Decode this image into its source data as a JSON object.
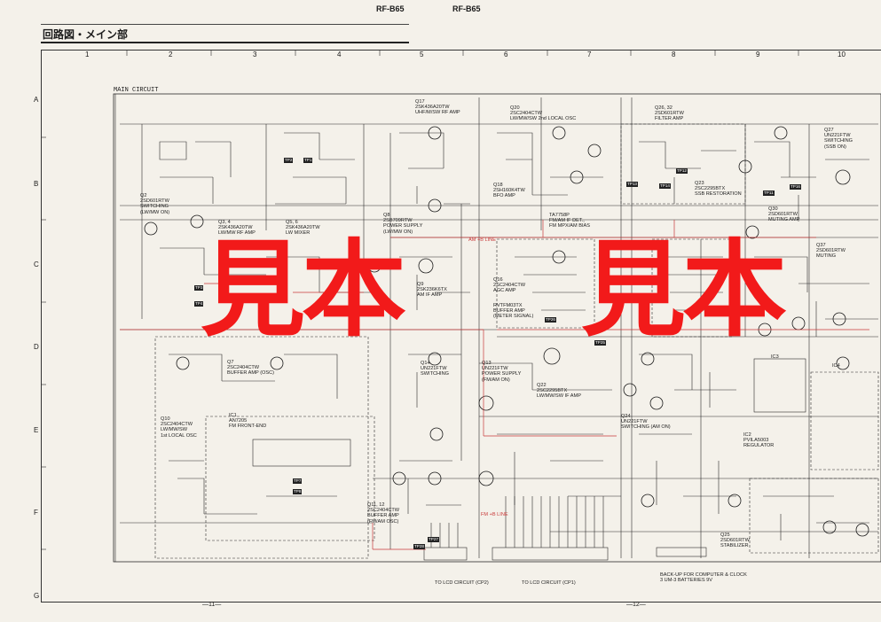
{
  "header": {
    "model_left": "RF-B65",
    "model_right": "RF-B65",
    "title": "回路図・メイン部"
  },
  "grid": {
    "columns": [
      "1",
      "2",
      "3",
      "4",
      "5",
      "6",
      "7",
      "8",
      "9",
      "10"
    ],
    "rows": [
      "A",
      "B",
      "C",
      "D",
      "E",
      "F",
      "G"
    ]
  },
  "diagram": {
    "section_label": "MAIN CIRCUIT",
    "watermark_left": "見本",
    "watermark_right": "見本",
    "components": [
      {
        "id": "q17",
        "text": "Q17\n2SK436A20TW\nUHF/M/SW RF AMP"
      },
      {
        "id": "q20",
        "text": "Q20\n2SC2404CTW\nLW/MW/SW 2nd LOCAL OSC"
      },
      {
        "id": "q26",
        "text": "Q26, 32\n2SD601RTW\nFILTER AMP"
      },
      {
        "id": "q27",
        "text": "Q27\nUN221FTW\nSWITCHING\n(SSB ON)"
      },
      {
        "id": "q2",
        "text": "Q2\n2SD601RTW\nSWITCHING\n(LW/MW ON)"
      },
      {
        "id": "q3",
        "text": "Q3, 4\n2SK436A20TW\nLW/MW RF AMP"
      },
      {
        "id": "q5",
        "text": "Q5, 6\n2SK436A20TW\nLW MIXER"
      },
      {
        "id": "q8",
        "text": "Q8\n2SB709RTW\nPOWER SUPPLY\n(LW/MW ON)"
      },
      {
        "id": "q18",
        "text": "Q18\n2SH160K4TW\nBFO AMP"
      },
      {
        "id": "q23",
        "text": "Q23\n2SC2295BTX\nSSB RESTORATION"
      },
      {
        "id": "ta",
        "text": "TA7758P\nFM/AM IF DET.,\nFM MPX/AM BIAS"
      },
      {
        "id": "q30",
        "text": "Q30\n2SD601RTW\nMUTING AMP"
      },
      {
        "id": "q9",
        "text": "Q9\n2SK236K6TX\nAM IF AMP"
      },
      {
        "id": "q16",
        "text": "Q16\n2SC2404CTW\nAGC AMP"
      },
      {
        "id": "rvt",
        "text": "RVTFM03TX\nBUFFER AMP\n(METER SIGNAL)"
      },
      {
        "id": "q37",
        "text": "Q37\n2SD601RTW\nMUTING"
      },
      {
        "id": "q7",
        "text": "Q7\n2SC2404CTW\nBUFFER AMP (OSC)"
      },
      {
        "id": "q14",
        "text": "Q14\nUN221FTW\nSWITCHING"
      },
      {
        "id": "q13",
        "text": "Q13\nUN221FTW\nPOWER SUPPLY\n(FM/AM ON)"
      },
      {
        "id": "q22",
        "text": "Q22\n2SC2295BTX\nLW/MW/SW IF AMP"
      },
      {
        "id": "q24",
        "text": "Q24\nUN221FTW\nSWITCHING (AM ON)"
      },
      {
        "id": "q10",
        "text": "Q10\n2SC2404CTW\nLW/MW/SW\n1st LOCAL OSC"
      },
      {
        "id": "ic1",
        "text": "IC1\nAN7205\nFM FRONT-END"
      },
      {
        "id": "ic2",
        "text": "IC2\nPVILA5003\nREGULATOR"
      },
      {
        "id": "q11",
        "text": "Q11, 12\n2SC2404CTW\nBUFFER AMP\n(FM/AM OSC)"
      },
      {
        "id": "q25",
        "text": "Q25\n2SD601RTW\nSTABILIZER"
      }
    ],
    "bottom_labels": {
      "left": "TO LCD CIRCUIT (CP2)",
      "center": "TO LCD CIRCUIT (CP1)",
      "right": "BACK-UP FOR COMPUTER & CLOCK\n3 UM-3 BATTERIES 9V"
    },
    "annotations": {
      "fm_b_line": "FM +B LINE",
      "am_b_line": "AM +B LINE"
    }
  },
  "footer": {
    "page_left": "—11—",
    "page_right": "—12—"
  }
}
